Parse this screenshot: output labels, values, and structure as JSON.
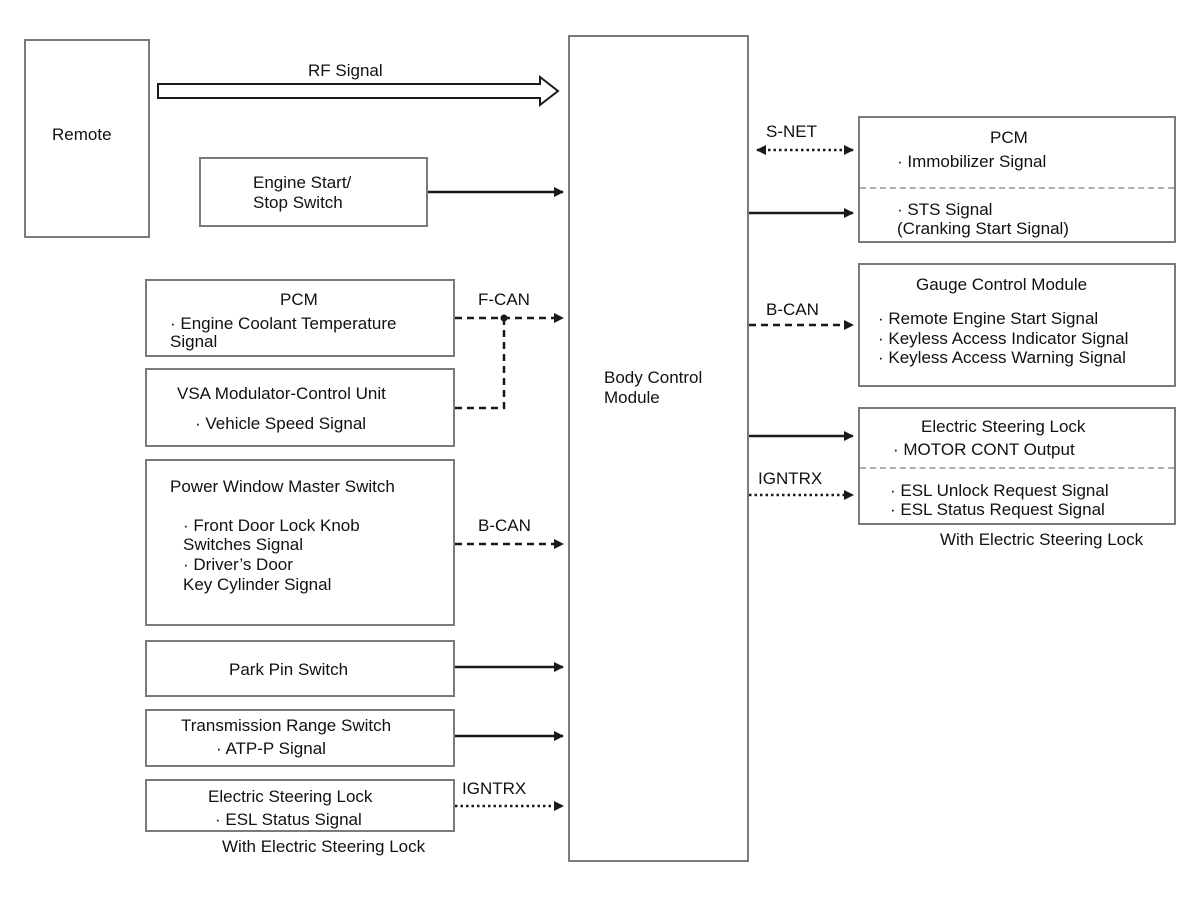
{
  "blocks": {
    "remote": "Remote",
    "engine_switch_1": "Engine Start/",
    "engine_switch_2": "Stop Switch",
    "pcm_left_title": "PCM",
    "pcm_left_sig1": "· Engine Coolant Temperature",
    "pcm_left_sig2": "Signal",
    "vsa_title": "VSA Modulator-Control Unit",
    "vsa_sig": "· Vehicle Speed Signal",
    "pw_title": "Power Window Master Switch",
    "pw_sig1": "· Front Door Lock Knob",
    "pw_sig2": "Switches Signal",
    "pw_sig3": "· Driver’s Door",
    "pw_sig4": "Key Cylinder Signal",
    "park_pin": "Park Pin Switch",
    "trs_title": "Transmission Range Switch",
    "trs_sig": "· ATP-P Signal",
    "esl_left_title": "Electric Steering Lock",
    "esl_left_sig": "· ESL Status Signal",
    "esl_left_note": "With Electric Steering Lock",
    "bcm_1": "Body Control",
    "bcm_2": "Module",
    "pcm_right_title": "PCM",
    "pcm_right_sig1": "· Immobilizer Signal",
    "pcm_right_sig2": "· STS Signal",
    "pcm_right_sig3": "(Cranking Start Signal)",
    "gcm_title": "Gauge Control Module",
    "gcm_sig1": "· Remote Engine Start Signal",
    "gcm_sig2": "· Keyless Access Indicator Signal",
    "gcm_sig3": "· Keyless Access Warning Signal",
    "esl_right_title": "Electric Steering Lock",
    "esl_right_sig1": "· MOTOR CONT Output",
    "esl_right_sig2": "· ESL Unlock Request Signal",
    "esl_right_sig3": "· ESL Status Request Signal",
    "esl_right_note": "With Electric Steering Lock"
  },
  "labels": {
    "rf": "RF Signal",
    "fcan": "F-CAN",
    "bcan_left": "B-CAN",
    "igntrx_left": "IGNTRX",
    "snet": "S-NET",
    "bcan_right": "B-CAN",
    "igntrx_right": "IGNTRX"
  }
}
